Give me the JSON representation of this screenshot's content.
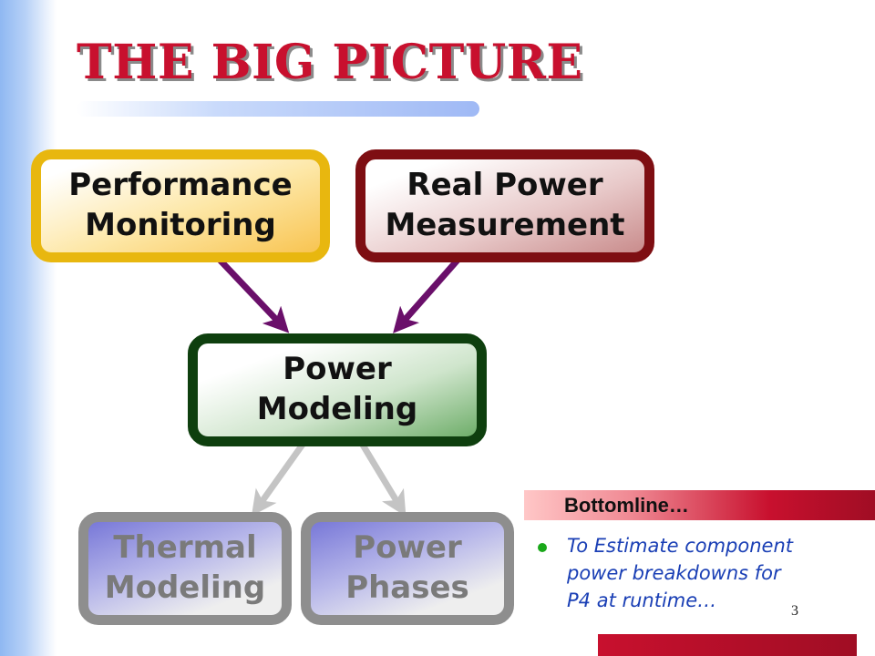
{
  "slide": {
    "title": "THE BIG PICTURE",
    "page_number": "3"
  },
  "boxes": {
    "performance_monitoring": "Performance\nMonitoring",
    "real_power_measurement": "Real Power\nMeasurement",
    "power_modeling": "Power\nModeling",
    "thermal_modeling": "Thermal\nModeling",
    "power_phases": "Power\nPhases"
  },
  "callout": {
    "header": "Bottomline…",
    "bullet": "To Estimate component\npower breakdowns for\nP4 at runtime…"
  },
  "colors": {
    "title_red": "#c8102e",
    "input_arrow": "#6a0f6a",
    "output_arrow": "#c4c4c4",
    "performance_border": "#e8b70f",
    "real_power_border": "#7e0e12",
    "power_modeling_border": "#0e3f0e",
    "output_box_border": "#8e8e8e",
    "bullet_text": "#1a3fb5",
    "bullet_dot": "#1aa81a"
  }
}
